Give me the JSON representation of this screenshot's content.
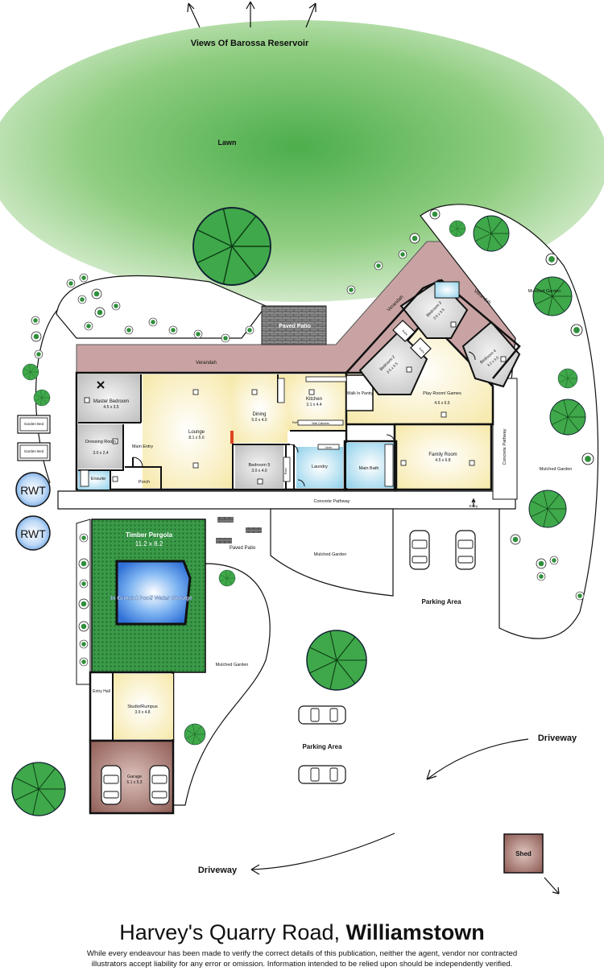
{
  "top_heading": "Views Of Barossa Reservoir",
  "areas": {
    "lawn": "Lawn",
    "paved_patio_top": "Paved Patio",
    "verandah_main": "Verandah",
    "verandah_angled": "Verandah",
    "verandah_right": "Verandah",
    "concrete_pathway": "Concrete Pathway",
    "concrete_pathway_right": "Concrete Pathway",
    "entry": "Entry",
    "mulched_garden_1": "Mulched Garden",
    "mulched_garden_2": "Mulched Garden",
    "mulched_garden_3": "Mulched Garden",
    "mulched_garden_4": "Mulched Garden",
    "paved_patio_bottom": "Paved Patio",
    "parking_area_1": "Parking Area",
    "parking_area_2": "Parking Area",
    "driveway_1": "Driveway",
    "driveway_2": "Driveway",
    "garden_bed_1": "Garden Bed",
    "garden_bed_2": "Garden Bed",
    "rwt_1": "RWT",
    "rwt_2": "RWT",
    "shed": "Shed"
  },
  "rooms": {
    "master_bedroom": {
      "name": "Master Bedroom",
      "dims": "4.5 x 3.5"
    },
    "dressing_room": {
      "name": "Dressing Room",
      "dims": "3.0 x 2.4"
    },
    "ensuite": {
      "name": "Ensuite"
    },
    "main_entry": {
      "name": "Main Entry"
    },
    "porch": {
      "name": "Porch"
    },
    "lounge": {
      "name": "Lounge",
      "dims": "8.1 x 5.0"
    },
    "dining": {
      "name": "Dining",
      "dims": "5.0 x 4.0"
    },
    "kitchen": {
      "name": "Kitchen",
      "dims": "3.1 x 4.4"
    },
    "walk_in_pantry": {
      "name": "Walk In Pantry"
    },
    "bedroom_5": {
      "name": "Bedroom 5",
      "dims": "3.0 x 4.0"
    },
    "laundry": {
      "name": "Laundry"
    },
    "main_bath": {
      "name": "Main Bath"
    },
    "bedroom_2": {
      "name": "Bedroom 2",
      "dims": "3.5 x 3.5"
    },
    "bedroom_3": {
      "name": "Bedroom 3",
      "dims": "3.5 x 3.5"
    },
    "bedroom_4": {
      "name": "Bedroom 4",
      "dims": "3.2 x 3.5"
    },
    "play_room": {
      "name": "Play Room/ Games",
      "dims": "4.6 x 6.5"
    },
    "family_room": {
      "name": "Family Room",
      "dims": "4.5 x 6.8"
    },
    "timber_pergola": {
      "name": "Timber Pergola",
      "dims": "11.2 x 8.2"
    },
    "pool": {
      "name": "In Ground Pool/ Water Storage"
    },
    "studio": {
      "name": "Studio/Rumpus",
      "dims": "3.9 x 4.8"
    },
    "entry_hall": {
      "name": "Entry Hall"
    },
    "garage": {
      "name": "Garage",
      "dims": "6.1 x 5.3"
    }
  },
  "fixtures": {
    "robe_1": "Robe",
    "robe_2": "Robe",
    "robe_3": "Robe",
    "linen": "Linen",
    "ref": "Ref",
    "wall_cabinets": "Wall Cabinets"
  },
  "footer": {
    "street": "Harvey's Quarry Road, ",
    "town": "Williamstown",
    "disclaimer_1": "While every endeavour has been made to verify the correct details of this publication, neither the agent, vendor nor contracted",
    "disclaimer_2": "illustrators accept liability for any error or omission. Information intended to be relied upon should be independently verified."
  },
  "colors": {
    "lawn": "#4cae4c",
    "verandah": "#c9a3a3",
    "pergola": "#2e8b3e",
    "pool": "#3a7fe0",
    "garage": "#a57a72",
    "lounge": "#fbf3c4",
    "family": "#fbf3c4",
    "bedroom": "#d6d6d6",
    "wet": "#bfe4f2"
  }
}
